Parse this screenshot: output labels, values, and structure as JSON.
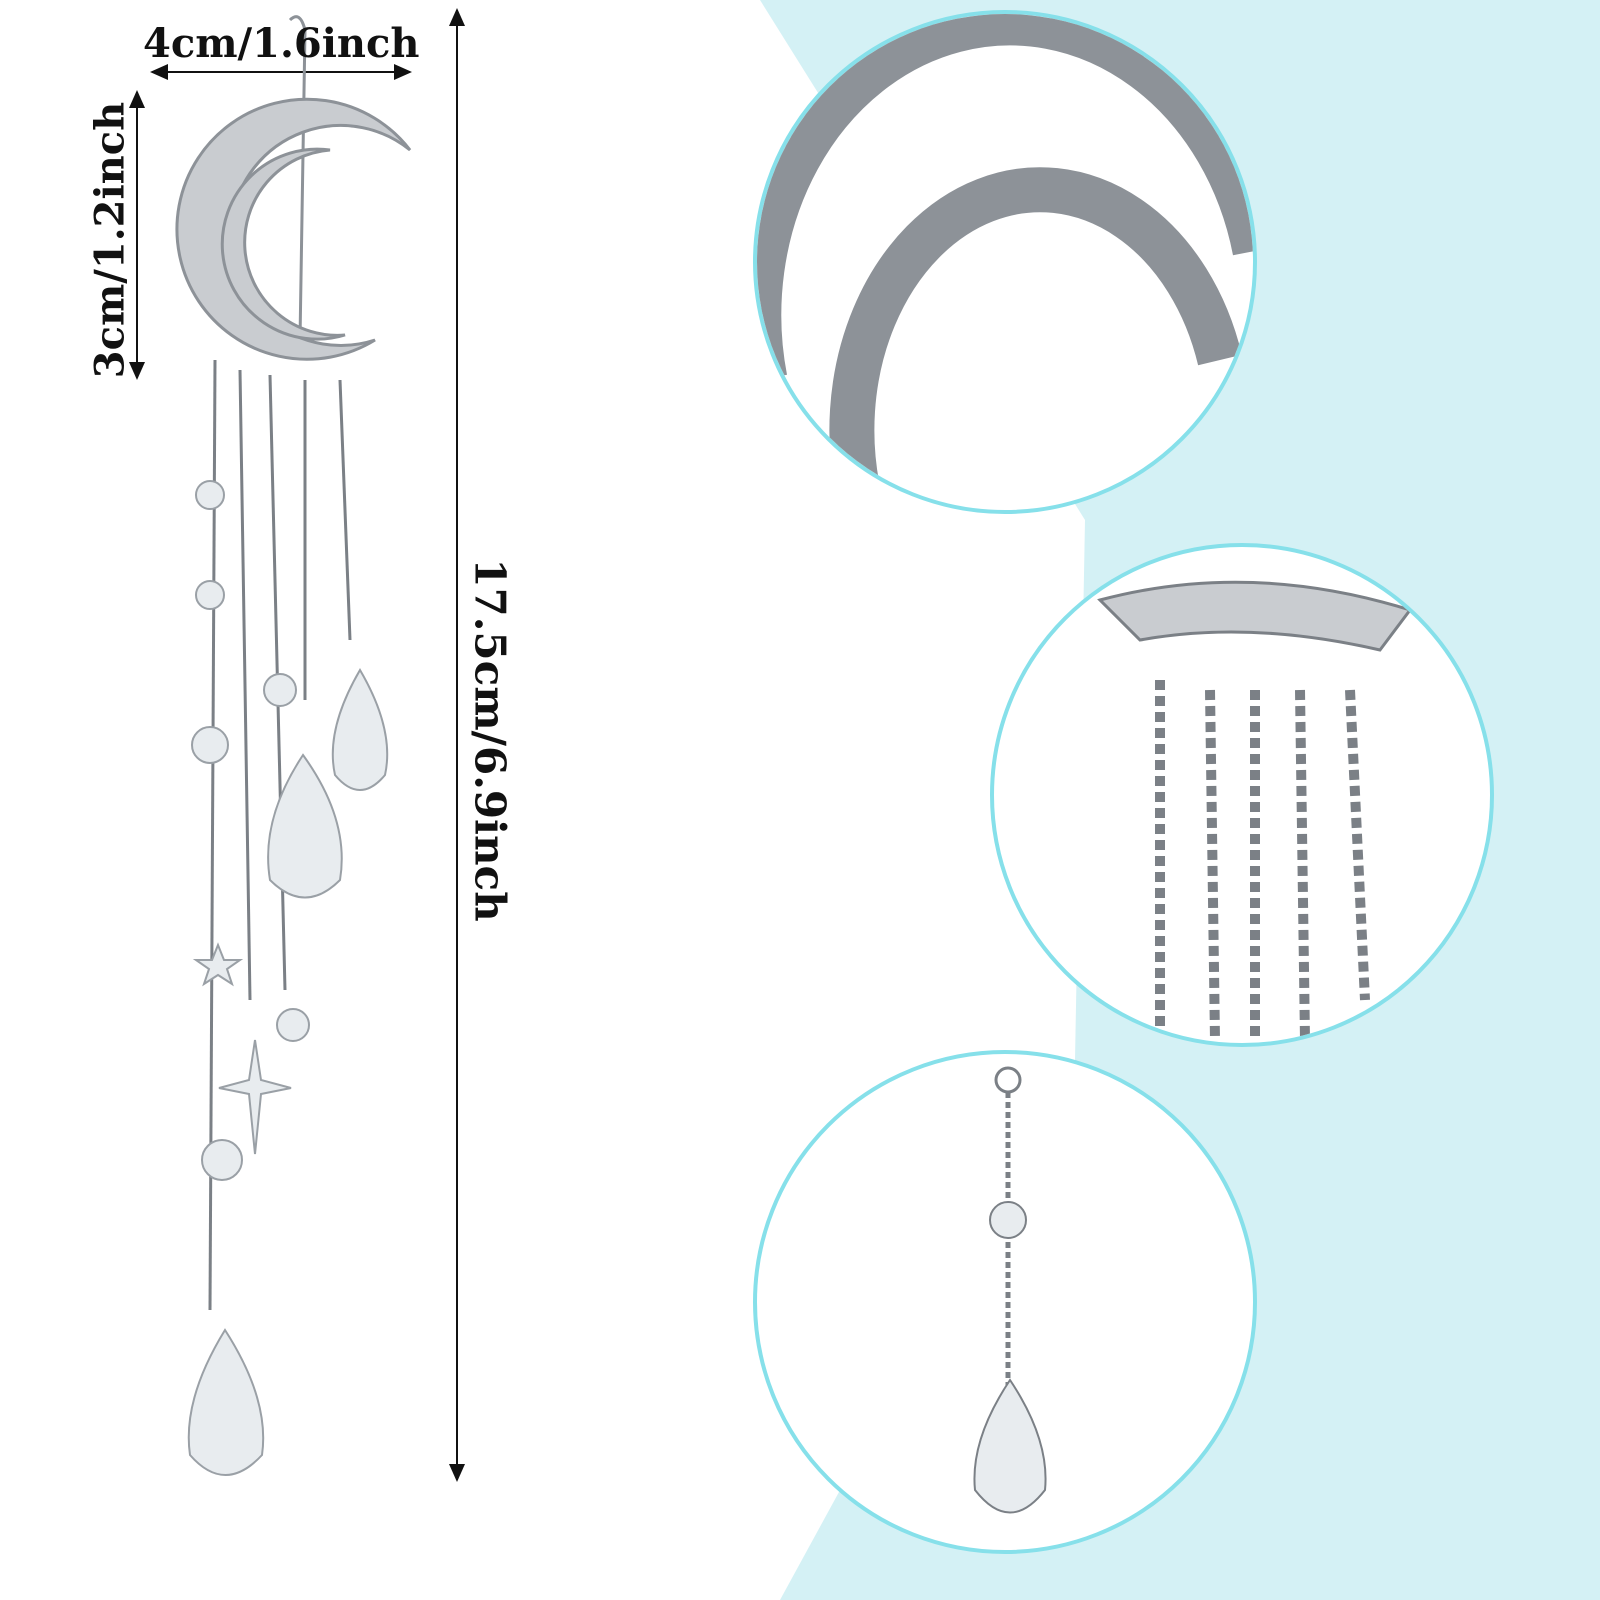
{
  "dimensions": {
    "width_label": "4cm/1.6inch",
    "height_label": "3cm/1.2inch",
    "length_label": "17.5cm/6.9inch"
  },
  "colors": {
    "background_accent": "#d4f1f5",
    "circle_border": "#86e0ea",
    "metal": "#a9adb2",
    "crystal": "#e8ecef"
  },
  "detail_views": [
    "moon-closeup",
    "chain-closeup",
    "drop-closeup"
  ]
}
